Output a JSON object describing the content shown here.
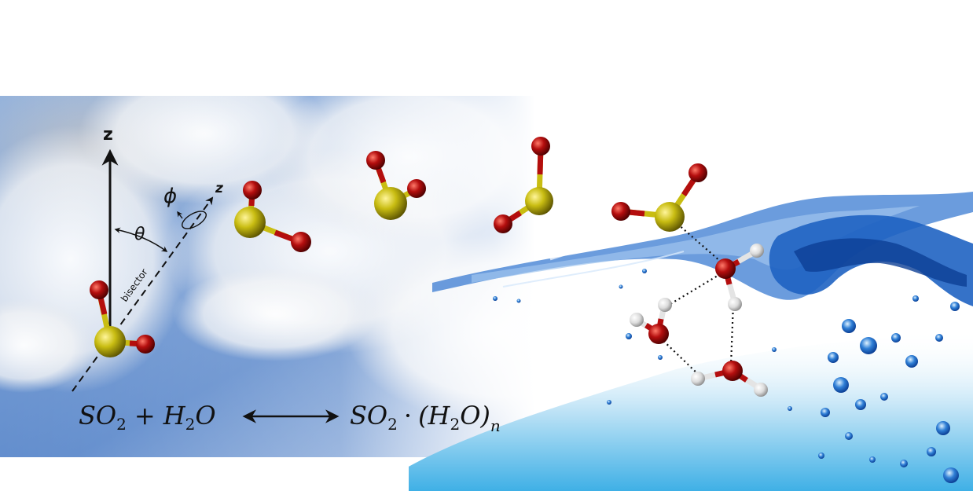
{
  "axis_labels": {
    "z_vertical": "z",
    "z_tilted": "z",
    "theta": "θ",
    "phi": "ϕ",
    "bisector": "bisector"
  },
  "equation": {
    "left_so": "SO",
    "left_so_sub": "2",
    "plus": "+",
    "h2o_h": "H",
    "h2o_sub": "2",
    "h2o_o": "O",
    "right_so": "SO",
    "right_so_sub": "2",
    "dot": "·",
    "paren_open": "(H",
    "paren_sub": "2",
    "paren_close": "O)",
    "n_sub": "n"
  },
  "colors": {
    "sulfur": "#c9bd12",
    "oxygen": "#b40e0e",
    "hydrogen": "#e4e4e4",
    "sky": "#6d95cf",
    "water": "#1f63c2"
  }
}
